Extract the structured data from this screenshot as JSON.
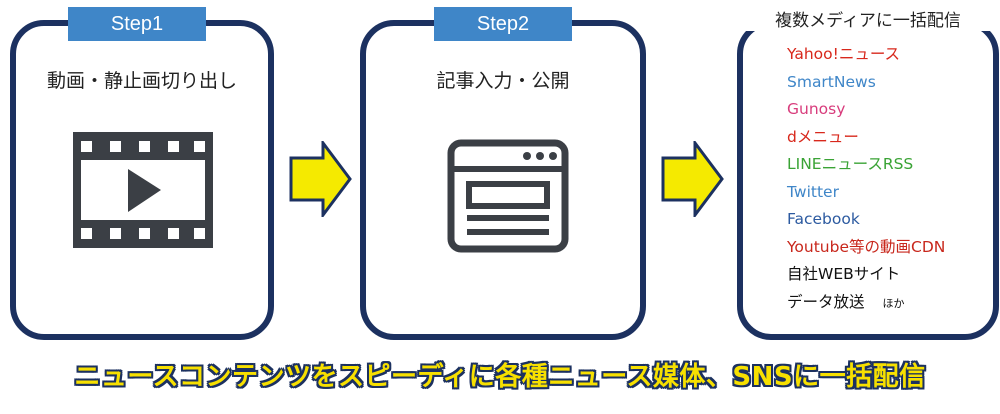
{
  "steps": [
    {
      "tab": "Step1",
      "title": "動画・静止画切り出し",
      "icon": "film-play-icon"
    },
    {
      "tab": "Step2",
      "title": "記事入力・公開",
      "icon": "browser-window-icon"
    }
  ],
  "media": {
    "title": "複数メディアに一括配信",
    "items": [
      {
        "label": "Yahoo!ニュース",
        "color": "#d8281c"
      },
      {
        "label": "SmartNews",
        "color": "#3f86c8"
      },
      {
        "label": "Gunosy",
        "color": "#d83c7c"
      },
      {
        "label": "dメニュー",
        "color": "#d8281c"
      },
      {
        "label": "LINEニュースRSS",
        "color": "#3aa335"
      },
      {
        "label": "Twitter",
        "color": "#3f86c8"
      },
      {
        "label": "Facebook",
        "color": "#2c5aa0"
      },
      {
        "label": "Youtube等の動画CDN",
        "color": "#c8271c"
      },
      {
        "label": "自社WEBサイト",
        "color": "#111111"
      },
      {
        "label": "データ放送",
        "color": "#111111",
        "note": "ほか"
      }
    ]
  },
  "banner": "ニュースコンテンツをスピーディに各種ニュース媒体、SNSに一括配信",
  "colors": {
    "border": "#1c3160",
    "tab": "#3f86c8",
    "arrow": "#f5ea00",
    "icon": "#3b3f45"
  }
}
